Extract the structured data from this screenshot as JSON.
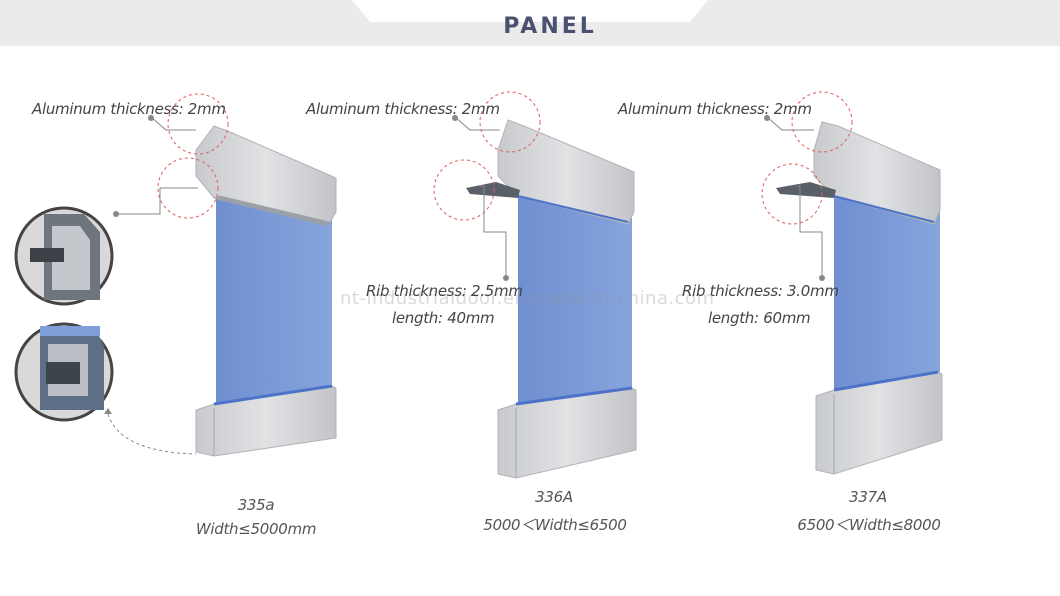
{
  "header": {
    "title": "PANEL"
  },
  "watermark": "nt-industrialdoor.en.made-in-china.com",
  "colors": {
    "panel_blue": "#7f9fd8",
    "aluminum": "#d4d6d9",
    "callout_red": "#e05a5a",
    "title": "#4a5170"
  },
  "panels": [
    {
      "code": "335a",
      "width_range": "Width≤5000mm",
      "aluminum_thickness": "Aluminum thickness: 2mm"
    },
    {
      "code": "336A",
      "width_range": "5000＜Width≤6500",
      "aluminum_thickness": "Aluminum thickness: 2mm",
      "rib_thickness": "Rib thickness: 2.5mm",
      "rib_length": "length: 40mm"
    },
    {
      "code": "337A",
      "width_range": "6500＜Width≤8000",
      "aluminum_thickness": "Aluminum thickness: 2mm",
      "rib_thickness": "Rib thickness: 3.0mm",
      "rib_length": "length: 60mm"
    }
  ]
}
